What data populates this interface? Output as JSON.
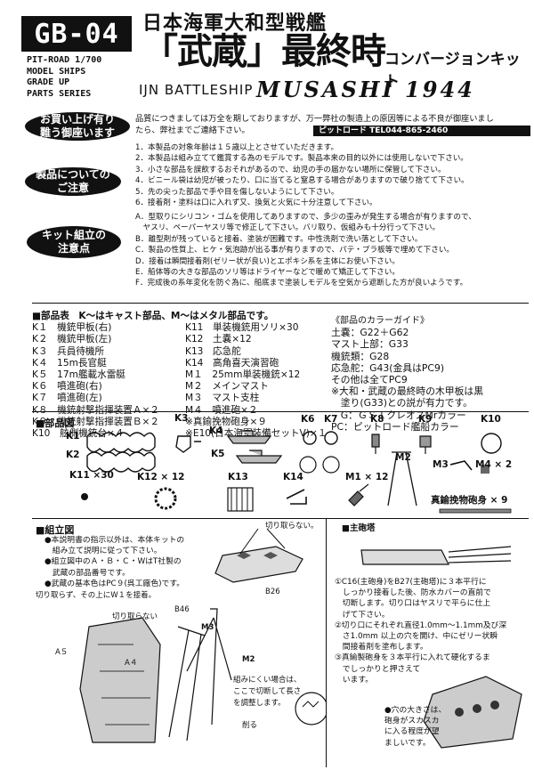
{
  "header": {
    "code": "GB-04",
    "series_lines": [
      "PIT-ROAD 1/700",
      "MODEL SHIPS",
      "GRADE UP",
      "PARTS SERIES"
    ],
    "title_jp_1": "日本海軍大和型戦艦",
    "title_jp_2": "「武蔵」最終時",
    "title_jp_3": "コンバージョンキット",
    "title_en_1": "IJN BATTLESHIP",
    "title_en_2": "MUSASHI 1944"
  },
  "ovals": {
    "thanks": [
      "お買い上げ有り",
      "難う御座います"
    ],
    "product": [
      "製品についての",
      "ご注意"
    ],
    "assembly": [
      "キット組立の",
      "注意点"
    ]
  },
  "quality": {
    "line1": "品質につきましては万全を期しておりますが、万一弊社の製造上の原因等による不良が御座いまし",
    "line2": "たら、弊社までご連絡下さい。",
    "phone": "ピットロード TEL044-865-2460"
  },
  "product_notes": [
    "1．本製品の対象年齢は１５歳以上とさせていただきます。",
    "2．本製品は組み立てて鑑賞する為のモデルです。製品本来の目的以外には使用しないで下さい。",
    "3．小さな部品を誤飲するおそれがあるので、幼児の手の届かない場所に保管して下さい。",
    "4．ビニール袋は幼児が被ったり、口に当てると窒息する場合がありますので破り捨てて下さい。",
    "5．先の尖った部品で手や目を傷しないようにして下さい。",
    "6．接着剤・塗料は口に入れず又、換気と火気に十分注意して下さい。"
  ],
  "assembly_notes": [
    "A．型取りにシリコン・ゴムを使用してありますので、多少の歪みが発生する場合が有りますので、",
    "　ヤスリ、ペーパーヤスリ等で修正して下さい。バリ取り、仮組みも十分行って下さい。",
    "B．離型剤が残っていると接着、塗装が困難です。中性洗剤で洗い落として下さい。",
    "C．製品の性質上、ヒケ・気泡跡が出る事が有りますので、パテ・プラ板等で埋めて下さい。",
    "D．接着は瞬間接着剤(ゼリー状が良い)とエポキシ系を主体にお使い下さい。",
    "E．船体等の大きな部品のソリ等はドライヤーなどで暖めて矯正して下さい。",
    "F．完成後の系年変化を防ぐ為に、船底まで塗装しモデルを空気から遮断した方が良いようです。"
  ],
  "parts_table": {
    "header": "■部品表　K～はキャスト部品、M～はメタル部品です。",
    "rows": [
      [
        "K１　機銃甲板(右)",
        "K11　単装機銃用ソリ×30"
      ],
      [
        "K２　機銃甲板(左)",
        "K12　土嚢×12"
      ],
      [
        "K３　兵員待機所",
        "K13　応急舵"
      ],
      [
        "K４　15m長官艇",
        "K14　高角喜天演習砲"
      ],
      [
        "K５　17m艦載水雷艇",
        "M１　25mm単装機銃×12"
      ],
      [
        "K６　噴進砲(右)",
        "M２　メインマスト"
      ],
      [
        "K７　噴進砲(左)",
        "M３　マスト支柱"
      ],
      [
        "K８　機銃射撃指揮装置Ａ×２",
        "M４　噴進砲×２"
      ],
      [
        "K９　機銃射撃指揮装置Ｂ×２",
        "※真鍮挽物砲身×９"
      ],
      [
        "K10　舷側機銃台×４",
        "※E10(日本海軍装備セットV)×１"
      ]
    ]
  },
  "color_guide": {
    "title": "《部品のカラーガイド》",
    "lines": [
      "土嚢：G22＋G62",
      "マスト上部：G33",
      "機銃類：G28",
      "応急舵：G43(金具はPC9)",
      "その他は全てPC9",
      "※大和・武蔵の最終時の木甲板は黒",
      "　塗り(G33)との説が有力です。",
      "　G：ＧＳＩクレオスMrカラー",
      "PC：ピットロード艦船カラー"
    ]
  },
  "parts_diagram": {
    "label": "■部品図",
    "labels": {
      "k1": "K1",
      "k2": "K2",
      "k3": "K3",
      "k4": "K4",
      "k5": "K5",
      "k6": "K6",
      "k7": "K7",
      "k8": "K8",
      "k9": "K9",
      "k10": "K10",
      "k11": "K11 ×30",
      "k12": "K12 × 12",
      "k13": "K13",
      "k14": "K14",
      "m1": "M1 × 12",
      "m2": "M2",
      "m3": "M3",
      "m4": "M4 × 2",
      "barrel": "真鍮挽物砲身 × 9"
    }
  },
  "assembly": {
    "label": "■組立図",
    "notes": [
      "●本説明書の指示以外は、本体キットの",
      "　組み立て説明に従って下さい。",
      "●組立図中のＡ・Ｂ・Ｃ・WはT社製の",
      "　武蔵の部品番号です。",
      "●武蔵の基本色はPC９(呉工廠色)です。",
      "切り取らず、その上にW１を接着。"
    ],
    "callouts": {
      "cut_top": "切り取らない。",
      "b26": "B26",
      "b46": "B46",
      "m3": "M3",
      "m2": "M2",
      "cut_left": "切り取らない",
      "a5": "A５",
      "a4": "A４",
      "hard": [
        "組みにくい場合は、",
        "ここで切断して長さ",
        "を調整します。"
      ],
      "shave": "削る"
    }
  },
  "turret": {
    "label": "■主砲塔",
    "steps": [
      "①C16(主砲身)をB27(主砲塔)に３本平行に",
      "　しっかり接着した後、防水カバーの直前で",
      "　切断します。切り口はヤスリで平らに仕上",
      "　げて下さい。",
      "②切り口にそれぞれ直径1.0mm～1.1mm及び深",
      "　さ1.0mm 以上の穴を開け、中にゼリー状瞬",
      "　間接着剤を塗布します。",
      "③真鍮製砲身を３本平行に入れて硬化するま",
      "　でしっかりと押さえて",
      "　います。"
    ],
    "note": [
      "●穴の大きさは、",
      "砲身がスカスカ",
      "に入る程度が望",
      "ましいです。"
    ]
  }
}
